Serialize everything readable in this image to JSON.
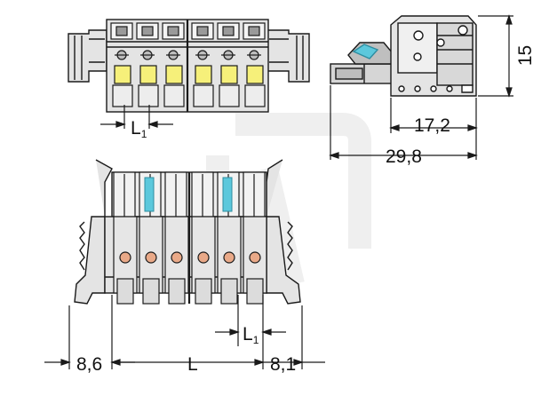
{
  "dimensions": {
    "pitch_label": "L",
    "pitch_sub": "1",
    "height": "15",
    "depth_mating": "17,2",
    "depth_total": "29,8",
    "left_offset": "8,6",
    "length_label": "L",
    "right_offset": "8,1"
  },
  "colors": {
    "housing": "#e4e4e4",
    "housing_dark": "#bdbdbd",
    "release_button": "#f6f07a",
    "contact_dot": "#e9a988",
    "marker": "#5cc8dc",
    "outline": "#1a1a1a",
    "watermark": "#eeeeee"
  }
}
